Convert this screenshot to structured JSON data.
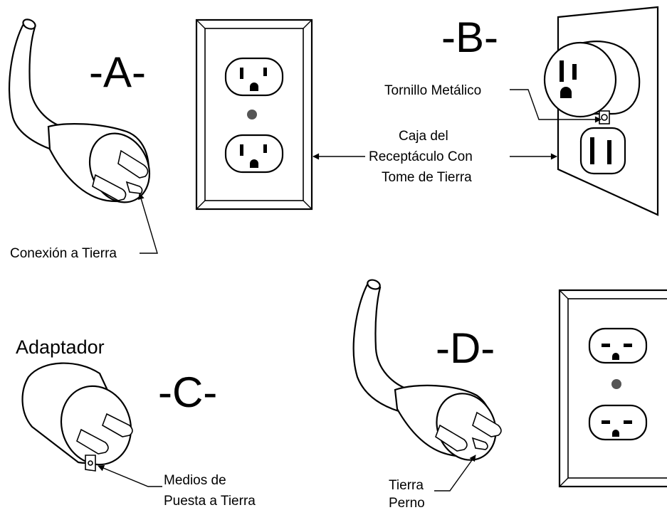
{
  "labels": {
    "a": "-A-",
    "b": "-B-",
    "c": "-C-",
    "d": "-D-",
    "conexion": "Conexión a Tierra",
    "tornillo": "Tornillo Metálico",
    "caja_1": "Caja del",
    "caja_2": "Receptáculo Con",
    "caja_3": "Tome de Tierra",
    "adaptador": "Adaptador",
    "medios_1": "Medios de",
    "medios_2": "Puesta a Tierra",
    "tierra_1": "Tierra",
    "tierra_2": "Perno"
  },
  "colors": {
    "line": "#000000",
    "background": "#ffffff"
  }
}
